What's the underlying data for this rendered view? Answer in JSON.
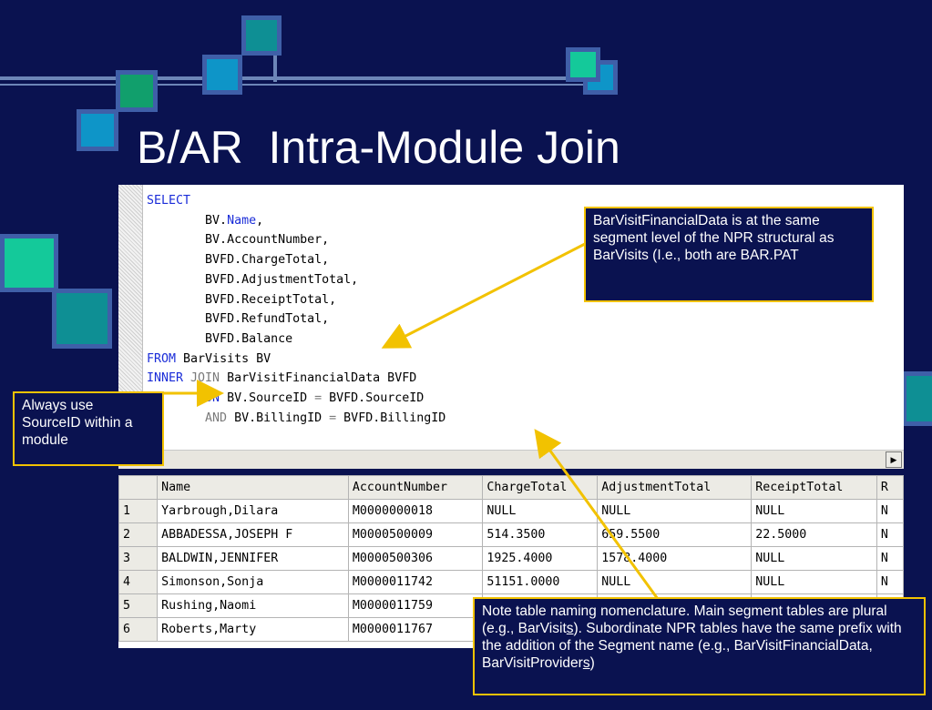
{
  "slide": {
    "title": "B/AR  Intra-Module Join"
  },
  "sql": {
    "lines": [
      {
        "kw": "SELECT",
        "rest": ""
      },
      {
        "indent": "        ",
        "pre": "BV.",
        "kw": "Name",
        "rest": ","
      },
      {
        "indent": "        ",
        "text": "BV.AccountNumber,"
      },
      {
        "indent": "        ",
        "text": "BVFD.ChargeTotal,"
      },
      {
        "indent": "        ",
        "text": "BVFD.AdjustmentTotal,"
      },
      {
        "indent": "        ",
        "text": "BVFD.ReceiptTotal,"
      },
      {
        "indent": "        ",
        "text": "BVFD.RefundTotal,"
      },
      {
        "indent": "        ",
        "text": "BVFD.Balance"
      },
      {
        "kw": "FROM",
        "rest": " BarVisits BV"
      },
      {
        "kw": "INNER",
        "op": " JOIN",
        "rest": " BarVisitFinancialData BVFD"
      },
      {
        "indent": "        ",
        "kw": "ON",
        "rest": " BV.SourceID ",
        "op": "=",
        "rest2": " BVFD.SourceID"
      },
      {
        "indent": "        ",
        "op": "AND",
        "rest": " BV.BillingID ",
        "op2": "=",
        "rest2": " BVFD.BillingID"
      }
    ]
  },
  "results": {
    "columns": [
      "Name",
      "AccountNumber",
      "ChargeTotal",
      "AdjustmentTotal",
      "ReceiptTotal",
      "R"
    ],
    "rows": [
      [
        "1",
        "Yarbrough,Dilara",
        "M0000000018",
        "NULL",
        "NULL",
        "NULL",
        "N"
      ],
      [
        "2",
        "ABBADESSA,JOSEPH F",
        "M0000500009",
        "514.3500",
        "659.5500",
        "22.5000",
        "N"
      ],
      [
        "3",
        "BALDWIN,JENNIFER",
        "M0000500306",
        "1925.4000",
        "1578.4000",
        "NULL",
        "N"
      ],
      [
        "4",
        "Simonson,Sonja",
        "M0000011742",
        "51151.0000",
        "NULL",
        "NULL",
        "N"
      ],
      [
        "5",
        "Rushing,Naomi",
        "M0000011759",
        "",
        "",
        "",
        ""
      ],
      [
        "6",
        "Roberts,Marty",
        "M0000011767",
        "",
        "",
        "",
        ""
      ]
    ]
  },
  "callouts": {
    "top_right": "BarVisitFinancialData is at the same segment level of the NPR structural as BarVisits  (I.e., both are BAR.PAT",
    "left": "Always use SourceID within a module",
    "bottom_pre1": "Note table naming nomenclature.  Main segment tables are plural (e.g., BarVisit",
    "bottom_u1": "s",
    "bottom_mid": ").  Subordinate NPR tables have the same prefix with the addition of the Segment name (e.g., BarVisitFinancialData, BarVisitProvider",
    "bottom_u2": "s",
    "bottom_end": ")"
  },
  "colors": {
    "background": "#0a1250",
    "callout_border": "#f2c200",
    "keyword": "#1a2cd8",
    "square_teal": "#0e8f94",
    "square_blue": "#0e95c8",
    "square_green": "#119f6c",
    "square_mint": "#14c99a"
  }
}
